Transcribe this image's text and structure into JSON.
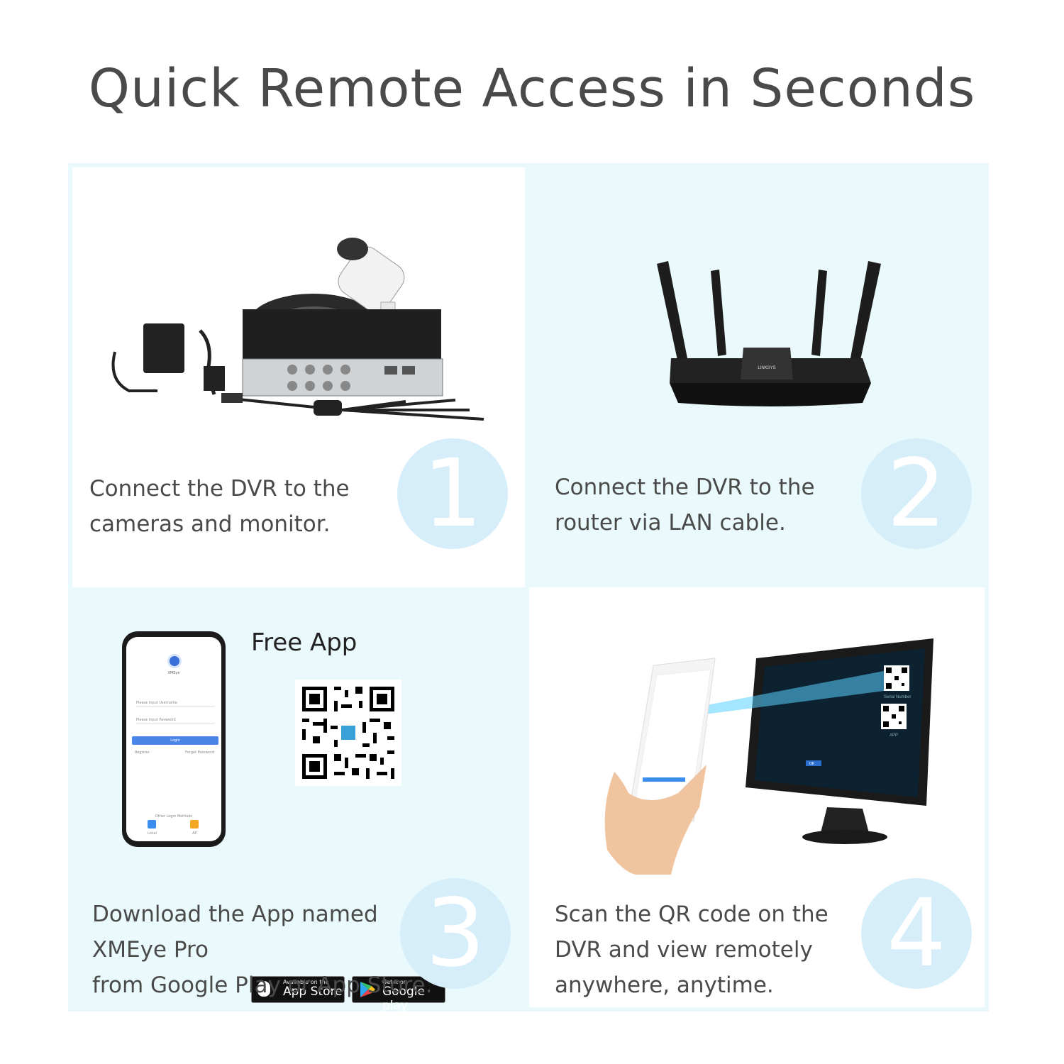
{
  "title": "Quick Remote Access in Seconds",
  "steps": [
    {
      "number": "1",
      "lines": [
        "Connect the DVR to the",
        "cameras and monitor."
      ]
    },
    {
      "number": "2",
      "lines": [
        "Connect the DVR to the",
        "router via LAN cable."
      ]
    },
    {
      "number": "3",
      "lines": [
        "Download the App named",
        "XMEye Pro",
        "from Google Play or App Store."
      ]
    },
    {
      "number": "4",
      "lines": [
        "Scan the QR code on the",
        "DVR and view remotely",
        "anywhere, anytime."
      ]
    }
  ],
  "app_panel": {
    "heading": "Free App",
    "phone": {
      "app_name": "XMEye",
      "username_placeholder": "Please Input Username",
      "password_placeholder": "Please Input Password",
      "login_label": "Login",
      "register_label": "Register",
      "forgot_label": "Forget Password",
      "other_methods_label": "Other Login Methods",
      "local_label": "Local",
      "ap_label": "AP"
    },
    "app_store_badge": {
      "small": "Available on the",
      "big": "App Store"
    },
    "google_play_badge": {
      "small": "Get it on",
      "big": "Google play"
    }
  },
  "router_brand": "LINKSYS",
  "monitor_overlay": {
    "serial_label": "Serial Number",
    "app_label": "APP",
    "ok_label": "OK"
  },
  "colors": {
    "circle": "#d6eefa",
    "panel_tint": "#eafafc",
    "text": "#4a4a4a"
  }
}
